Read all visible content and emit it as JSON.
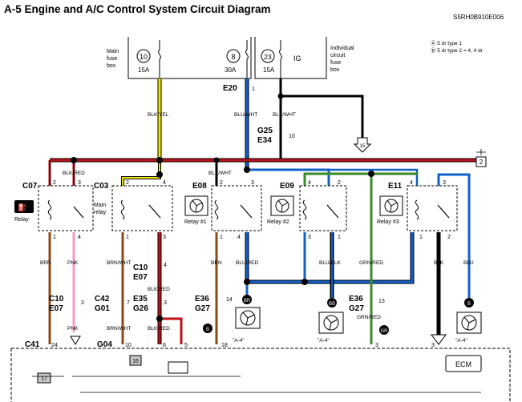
{
  "title": "A-5 Engine and A/C Control System Circuit Diagram",
  "doc_code": "S5RH0B910E006",
  "notes": [
    "Ⓐ 5 dr type 1",
    "Ⓑ 5 dr type 2 = 4, 4 dr"
  ],
  "fuse_box": {
    "main_label": [
      "Main",
      "fuse",
      "box"
    ],
    "individual_label": [
      "Individual",
      "circuit",
      "fuse",
      "box"
    ],
    "fuses": [
      {
        "num": "10",
        "amp": "15A"
      },
      {
        "num": "8",
        "amp": "30A"
      },
      {
        "num": "23",
        "amp": "15A"
      }
    ],
    "ig": "IG"
  },
  "colors": {
    "blk": "#000000",
    "yel": "#f2e600",
    "red": "#c0101a",
    "blu": "#1060c8",
    "wht": "#ffffff",
    "brn": "#8b4a14",
    "pnk": "#f39bc5",
    "grn": "#3a8a2a",
    "gray": "#c8c8c8"
  },
  "wire_labels": {
    "blk_yel": "BLK/YEL",
    "blu_wht": "BLU/WHT",
    "blk_wht": "BLK/WHT",
    "blk_wht2": "BLK/WHT",
    "blk_red": "BLK/RED",
    "brn": "BRN",
    "pnk": "PNK",
    "brn_wht": "BRN/WHT",
    "blu_red": "BLU/RED",
    "blu_blk": "BLU/BLK",
    "grn_red": "GRN/RED",
    "blk": "BLK",
    "blu": "BLU",
    "pnk2": "PNK",
    "brn_wht2": "BRN/WHT",
    "blk_red2": "BLK/RED",
    "blk_red3": "BLK/RED",
    "brn2": "BRN",
    "grn_red2": "GRN/RED"
  },
  "connectors": {
    "e20": "E20",
    "e20_pin": "1",
    "g25": "G25",
    "e34": "E34",
    "g25_pin": "10",
    "c07": "C07",
    "c03": "C03",
    "e08": "E08",
    "e09": "E09",
    "e11": "E11",
    "c10a": "C10",
    "e07a": "E07",
    "c10a_pin": "4",
    "c10b": "C10",
    "e07b": "E07",
    "c10b_pin": "3",
    "c42": "C42",
    "g01": "G01",
    "c42_pin": "7",
    "e35": "E35",
    "g26": "G26",
    "e35_pin": "3",
    "e36a": "E36",
    "g27a": "G27",
    "e36a_pin": "14",
    "e36b": "E36",
    "g27b": "G27",
    "e36b_pin": "13",
    "c41": "C41",
    "c41_pin": "24",
    "g04": "G04",
    "g04_pin": "10",
    "pin6": "6",
    "pin5": "5",
    "pin18": "18",
    "pin3b": "3",
    "pin3c": "3",
    "ref2": "2",
    "ref15": "15",
    "ref16": "16",
    "ref17": "17"
  },
  "relays": {
    "fuel_label": "Relay",
    "main_label": [
      "Main",
      "relay"
    ],
    "r1": "Relay #1",
    "r2": "Relay #2",
    "r3": "Relay #3",
    "pins": {
      "c07": [
        "2",
        "3",
        "1",
        "4"
      ],
      "c03": [
        "2",
        "4",
        "1",
        "3"
      ],
      "e08": [
        "2",
        "3",
        "1",
        "4"
      ],
      "e09": [
        "4",
        "2",
        "3",
        "1"
      ],
      "e11": [
        "4",
        "3",
        "1",
        "2"
      ]
    }
  },
  "fans": {
    "ref1": "\"A-4\"",
    "ref2": "\"A-4\"",
    "ref3": "\"A-4\""
  },
  "markers": {
    "br": "BR",
    "bb": "BB",
    "b1": "B",
    "b2": "B",
    "gr": "GR"
  },
  "ecm": "ECM"
}
